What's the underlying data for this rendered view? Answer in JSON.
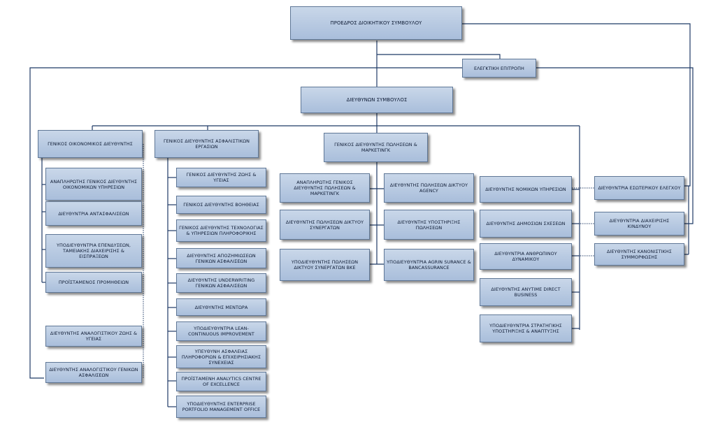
{
  "chart": {
    "chairman": "ΠΡΟΕΔΡΟΣ ΔΙΟΙΚΗΤΙΚΟΥ ΣΥΜΒΟΥΛΟΥ",
    "audit_committee": "ΕΛΕΓΚΤΙΚΗ ΕΠΙΤΡΟΠΗ",
    "ceo": "ΔΙΕΥΘΥΝΩΝ ΣΥΜΒΟΥΛΟΣ",
    "cfo": {
      "title": "ΓΕΝΙΚΟΣ ΟΙΚΟΝΟΜΙΚΟΣ ΔΙΕΥΘΥΝΤΗΣ",
      "items": [
        "ΑΝΑΠΛΗΡΩΤΗΣ ΓΕΝΙΚΟΣ ΔΙΕΥΘΥΝΤΗΣ ΟΙΚΟΝΟΜΙΚΩΝ ΥΠΗΡΕΣΙΩΝ",
        "ΔΙΕΥΘΥΝΤΡΙΑ ΑΝΤΑΣΦΑΛΙΣΕΩΝ",
        "ΥΠΟΔΙΕΥΘΥΝΤΡΙΑ ΕΠΕΝΔΥΣΕΩΝ, ΤΑΜΕΙΑΚΗΣ ΔΙΑΧΕΙΡΙΣΗΣ & ΕΙΣΠΡΑΞΕΩΝ",
        "ΠΡΟΪΣΤΑΜΕΝΟΣ ΠΡΟΜΗΘΕΙΩΝ",
        "ΔΙΕΥΘΥΝΤΗΣ ΑΝΑΛΟΓΙΣΤΙΚΟΥ ΖΩΗΣ & ΥΓΕΙΑΣ",
        "ΔΙΕΥΘΥΝΤΗΣ ΑΝΑΛΟΓΙΣΤΙΚΟΥ ΓΕΝΙΚΩΝ ΑΣΦΑΛΙΣΕΩΝ"
      ]
    },
    "insurance": {
      "title": "ΓΕΝΙΚΟΣ ΔΙΕΥΘΥΝΤΗΣ ΑΣΦΑΛΙΣΤΙΚΩΝ ΕΡΓΑΣΙΩΝ",
      "items": [
        "ΓΕΝΙΚΟΣ ΔΙΕΥΘΥΝΤΗΣ ΖΩΗΣ & ΥΓΕΙΑΣ",
        "ΓΕΝΙΚΟΣ ΔΙΕΥΘΥΝΤΗΣ ΒΟΗΘΕΙΑΣ",
        "ΓΕΝΙΚΟΣ ΔΙΕΥΘΥΝΤΗΣ ΤΕΧΝΟΛΟΓΙΑΣ & ΥΠΗΡΕΣΙΩΝ ΠΛΗΡΟΦΟΡΙΚΗΣ",
        "ΔΙΕΥΘΥΝΤΗΣ ΑΠΟΖΗΜΙΩΣΕΩΝ ΓΕΝΙΚΩΝ ΑΣΦΑΛΙΣΕΩΝ",
        "ΔΙΕΥΘΥΝΤΗΣ UNDERWRITING ΓΕΝΙΚΩΝ ΑΣΦΑΛΙΣΕΩΝ",
        "ΔΙΕΥΘΥΝΤΗΣ ΜΕΝΤΩΡΑ",
        "ΥΠΟΔΙΕΥΘΥΝΤΡΙΑ LEAN-CONTINUOUS IMPROVEMENT",
        "ΥΠΕΥΘΥΝΗ ΑΣΦΑΛΕΙΑΣ ΠΛΗΡΟΦΟΡΙΩΝ & ΕΠΙΧΕΙΡΗΣΙΑΚΗΣ ΣΥΝΕΧΕΙΑΣ",
        "ΠΡΟΪΣΤΑΜΕΝΗ ANALYTICS CENTRE OF EXCELLENCE",
        "ΥΠΟΔΙΕΥΘΥΝΤΗΣ ENTERPRISE PORTFOLIO MANAGEMENT OFFICE"
      ]
    },
    "sales": {
      "title": "ΓΕΝΙΚΟΣ ΔΙΕΥΘΥΝΤΗΣ ΠΩΛΗΣΕΩΝ & ΜΑΡΚΕΤΙΝΓΚ",
      "left": [
        "ΑΝΑΠΛΗΡΩΤΗΣ ΓΕΝΙΚΟΣ ΔΙΕΥΘΥΝΤΗΣ ΠΩΛΗΣΕΩΝ & ΜΑΡΚΕΤΙΝΓΚ",
        "ΔΙΕΥΘΥΝΤΗΣ ΠΩΛΗΣΕΩΝ ΔΙΚΤΥΟΥ ΣΥΝΕΡΓΑΤΩΝ",
        "ΥΠΟΔΙΕΥΘΥΝΤΗΣ ΠΩΛΗΣΕΩΝ ΔΙΚΤΥΟΥ ΣΥΝΕΡΓΑΤΩΝ ΒΚΕ"
      ],
      "right": [
        "ΔΙΕΥΘΥΝΤΗΣ ΠΩΛΗΣΕΩΝ ΔΙΚΤΥΟΥ AGENCY",
        "ΔΙΕΥΘΥΝΤΗΣ ΥΠΟΣΤΗΡΙΞΗΣ ΠΩΛΗΣΕΩΝ",
        "ΥΠΟΔΙΕΥΘΥΝΤΡΙΑ AGRIN SURANCE & BANCASSURANCE"
      ]
    },
    "ceo_direct": [
      "ΔΙΕΥΘΥΝΤΗΣ ΝΟΜΙΚΩΝ ΥΠΗΡΕΣΙΩΝ",
      "ΔΙΕΥΘΥΝΤΗΣ ΔΗΜΟΣΙΩΝ ΣΧΕΣΕΩΝ",
      "ΔΙΕΥΘΥΝΤΡΙΑ ΑΝΘΡΩΠΙΝΟΥ ΔΥΝΑΜΙΚΟΥ",
      "ΔΙΕΥΘΥΝΤΗΣ ANYTIME DIRECT BUSINESS",
      "ΥΠΟΔΙΕΥΘΥΝΤΡΙΑ ΣΤΡΑΤΗΓΙΚΗΣ ΥΠΟΣΤΗΡΙΞΗΣ & ΑΝΑΠΤΥΞΗΣ"
    ],
    "board_direct": [
      "ΔΙΕΥΘΥΝΤΡΙΑ ΕΣΩΤΕΡΙΚΟΥ ΕΛΕΓΧΟΥ",
      "ΔΙΕΥΘΥΝΤΡΙΑ ΔΙΑΧΕΙΡΙΣΗΣ ΚΙΝΔΥΝΟΥ",
      "ΔΙΕΥΘΥΝΤΗΣ ΚΑΝΟΝΙΣΤΙΚΗΣ ΣΥΜΜΟΡΦΩΣΗΣ"
    ],
    "colors": {
      "box_top": "#c9d7e9",
      "box_bottom": "#a9bedb",
      "border": "#5f7796",
      "line": "#1f3a66"
    }
  }
}
